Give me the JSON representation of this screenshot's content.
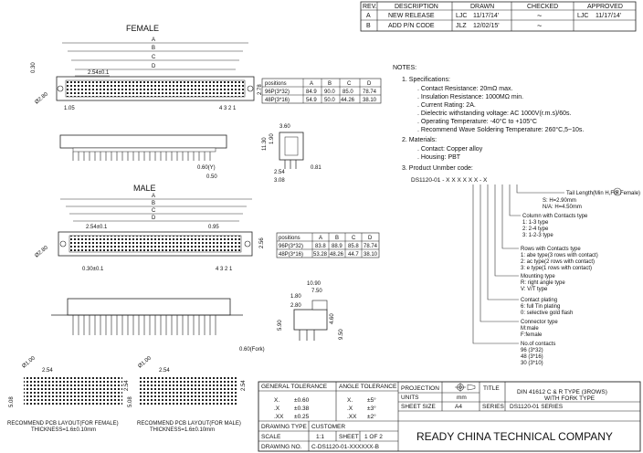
{
  "revision_table": {
    "headers": [
      "REV.",
      "DESCRIPTION",
      "DRAWN",
      "CHECKED",
      "APPROVED"
    ],
    "rows": [
      [
        "A",
        "NEW RELEASE",
        "LJC",
        "11/17/14'",
        "~",
        "LJC",
        "11/17/14'"
      ],
      [
        "B",
        "ADD P/N CODE",
        "JLZ",
        "12/02/15'",
        "~",
        "",
        ""
      ]
    ]
  },
  "female": {
    "title": "FEMALE",
    "dims": {
      "pitch": "2.54±0.1",
      "h": "1.05",
      "a": "0.30",
      "b": "2.78",
      "hole": "Ø2.80",
      "row_num": "4 3 2 1",
      "d1": "3.60",
      "d2": "1.90",
      "d3": "11.30",
      "d4": "0.50",
      "d5": "0.60(Y)",
      "d6": "0.81",
      "d7": "2.54",
      "d8": "3.08"
    },
    "letters": [
      "A",
      "B",
      "C",
      "D"
    ]
  },
  "positions_table_female": {
    "headers": [
      "positions",
      "A",
      "B",
      "C",
      "D"
    ],
    "rows": [
      [
        "96P(3*32)",
        "84.9",
        "90.0",
        "85.0",
        "78.74"
      ],
      [
        "48P(3*16)",
        "54.9",
        "50.0",
        "44.26",
        "38.10"
      ]
    ]
  },
  "male": {
    "title": "MALE",
    "dims": {
      "pitch": "2.54±0.1",
      "e": "0.95",
      "w": "0.30±0.1",
      "h": "2.56",
      "hole": "Ø2.80",
      "row_num": "4 3 2 1",
      "t1": "10.90",
      "t2": "7.50",
      "t3": "2.80",
      "t4": "1.80",
      "t5": "5.90",
      "t6": "4.60",
      "t7": "9.50",
      "t8": "0.60(Fork)"
    },
    "letters": [
      "A",
      "B",
      "C",
      "D"
    ]
  },
  "positions_table_male": {
    "headers": [
      "positions",
      "A",
      "B",
      "C",
      "D"
    ],
    "rows": [
      [
        "96P(3*32)",
        "83.8",
        "88.9",
        "85.8",
        "78.74"
      ],
      [
        "48P(3*16)",
        "53.28",
        "48.26",
        "44.7",
        "38.10"
      ]
    ]
  },
  "notes": {
    "title": "NOTES:",
    "items": [
      "1. Specifications:",
      ". Contact Resistance: 20mΩ max.",
      ". Insulation Resistance: 1000MΩ min.",
      ". Current Rating: 2A.",
      ". Dielectric withstanding voltage: AC 1000V(r.m.s)/60s.",
      ". Operating Temperature: -40°C to +105°C",
      ". Recommend Wave Soldering Temperature: 260°C,5~10s.",
      "2. Materials:",
      ". Contact: Copper alloy",
      ". Housing: PBT",
      "3. Product Unmber code:"
    ],
    "code": "DS1120-01 - X X X X X X - X",
    "code_items": [
      "Tail Length(Min H,For Female)",
      "S: H=2.90mm",
      "N/A: H=4.50mm",
      "Column with Contacts type",
      "1: 1-3 type",
      "2: 2-4 type",
      "3: 1-2-3 type",
      "Rows with Contacts type",
      "1: abe type(3 rows with contact)",
      "2: ac type(2 rows with contact)",
      "3: e type(1 rows with contact)",
      "Mounting type",
      "R: right angle type",
      "V: V/T type",
      "Contact plating",
      "6: full Tin plating",
      "0: selective gold flash",
      "Connector type",
      "M:male",
      "F:female",
      "No.of contacts",
      "96 (3*32)",
      "48 (3*16)",
      "30 (3*10)"
    ],
    "rohs_mark": "R"
  },
  "pcb_female": {
    "title": "RECOMMEND PCB LAYOUT(FOR FEMALE)",
    "thickness": "THICKNESS=1.6±0.10mm",
    "d1": "2.54",
    "d2": "5.08",
    "d3": "2.54",
    "hole": "Ø1.00"
  },
  "pcb_male": {
    "title": "RECOMMEND PCB LAYOUT(FOR MALE)",
    "thickness": "THICKNESS=1.6±0.10mm",
    "d1": "2.54",
    "d2": "5.08",
    "d3": "2.54",
    "hole": "Ø1.00"
  },
  "title_block": {
    "general_tolerance": "GENERAL TOLERANCE",
    "angle_tolerance": "ANGLE TOLERANCE",
    "gt": [
      [
        "X.",
        "±0.60"
      ],
      [
        ".X",
        "±0.38"
      ],
      [
        ".XX",
        "±0.25"
      ]
    ],
    "at": [
      [
        "X.",
        "±5°"
      ],
      [
        ".X",
        "±3°"
      ],
      [
        ".XX",
        "±2°"
      ]
    ],
    "projection": "PROJECTION",
    "units": "UNITS",
    "units_val": "mm",
    "sheet_size": "SHEET SIZE",
    "sheet_size_val": "A4",
    "title": "TITLE",
    "title_val_1": "DIN 41612 C & R TYPE (3ROWS)",
    "title_val_2": "WITH FORK TYPE",
    "series": "SERIES",
    "series_val": "DS1120-01 SERIES",
    "drawing_type": "DRAWING TYPE",
    "drawing_type_val": "CUSTOMER",
    "scale": "SCALE",
    "scale_val": "1:1",
    "sheet": "SHEET",
    "sheet_val": "1 OF 2",
    "drawing_no": "DRAWING NO.",
    "drawing_no_val": "C-DS1120-01-XXXXXX-B",
    "company": "READY CHINA TECHNICAL COMPANY"
  }
}
